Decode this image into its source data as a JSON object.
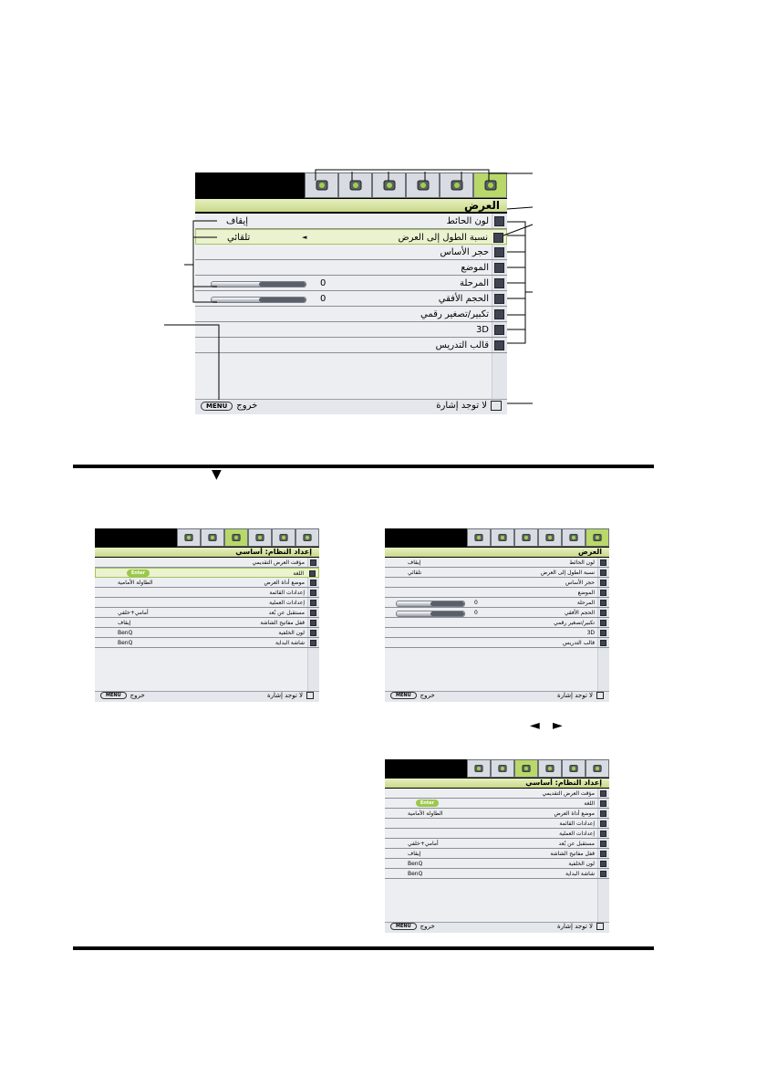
{
  "display_menu": {
    "title": "العرض",
    "items": [
      {
        "label": "لون الحائط",
        "value": "إيقاف",
        "icon": "wall-color-icon"
      },
      {
        "label": "نسبة الطول إلى العرض",
        "value": "تلقائي",
        "icon": "aspect-ratio-icon"
      },
      {
        "label": "حجر الأساس",
        "value": "",
        "icon": "keystone-icon"
      },
      {
        "label": "الموضع",
        "value": "",
        "icon": "position-icon"
      },
      {
        "label": "المرحلة",
        "value": "0",
        "icon": "phase-icon",
        "level": 0.5
      },
      {
        "label": "الحجم الأفقي",
        "value": "0",
        "icon": "h-size-icon",
        "level": 0.5
      },
      {
        "label": "تكبير/تصغير رقمي",
        "value": "",
        "icon": "digital-zoom-icon"
      },
      {
        "label": "3D",
        "value": "",
        "icon": "3d-icon"
      },
      {
        "label": "قالب التدريس",
        "value": "",
        "icon": "teaching-template-icon"
      }
    ],
    "footer": {
      "exit_label": "خروج",
      "menu_key": "MENU",
      "signal_label": "لا توجد إشارة"
    }
  },
  "basic_menu": {
    "title": "إعداد النظام: أساسي",
    "items": [
      {
        "label": "مؤقت العرض التقديمي",
        "value": ""
      },
      {
        "label": "اللغة",
        "value": "Enter"
      },
      {
        "label": "موضع أداة العرض",
        "value": "الطاولة الأمامية"
      },
      {
        "label": "إعدادات القائمة",
        "value": ""
      },
      {
        "label": "إعدادات العملية",
        "value": ""
      },
      {
        "label": "مستقبل عن بُعد",
        "value": "أمامي+خلفي"
      },
      {
        "label": "قفل مفاتيح الشاشة",
        "value": "إيقاف"
      },
      {
        "label": "لون الخلفية",
        "value": "BenQ"
      },
      {
        "label": "شاشة البداية",
        "value": "BenQ"
      }
    ],
    "footer": {
      "exit_label": "خروج",
      "menu_key": "MENU",
      "signal_label": "لا توجد إشارة"
    }
  },
  "small_display_menu": {
    "title": "العرض",
    "items": [
      {
        "label": "لون الحائط",
        "value": "إيقاف"
      },
      {
        "label": "نسبة الطول إلى العرض",
        "value": "تلقائي"
      },
      {
        "label": "حجر الأساس",
        "value": ""
      },
      {
        "label": "الموضع",
        "value": ""
      },
      {
        "label": "المرحلة",
        "value": "0"
      },
      {
        "label": "الحجم الأفقي",
        "value": "0"
      },
      {
        "label": "تكبير/تصغير رقمي",
        "value": ""
      },
      {
        "label": "3D",
        "value": ""
      },
      {
        "label": "قالب التدريس",
        "value": ""
      }
    ]
  },
  "tab_icons": [
    "display-tab-icon",
    "picture-tab-icon",
    "source-tab-icon",
    "system-basic-tab-icon",
    "system-advanced-tab-icon",
    "information-tab-icon"
  ],
  "arrows": {
    "down": "▼",
    "left": "◄",
    "right": "►"
  },
  "colors": {
    "accent": "#b8d86a",
    "selected_row": "#eaf2cf",
    "menu_bg": "#eceef2"
  }
}
